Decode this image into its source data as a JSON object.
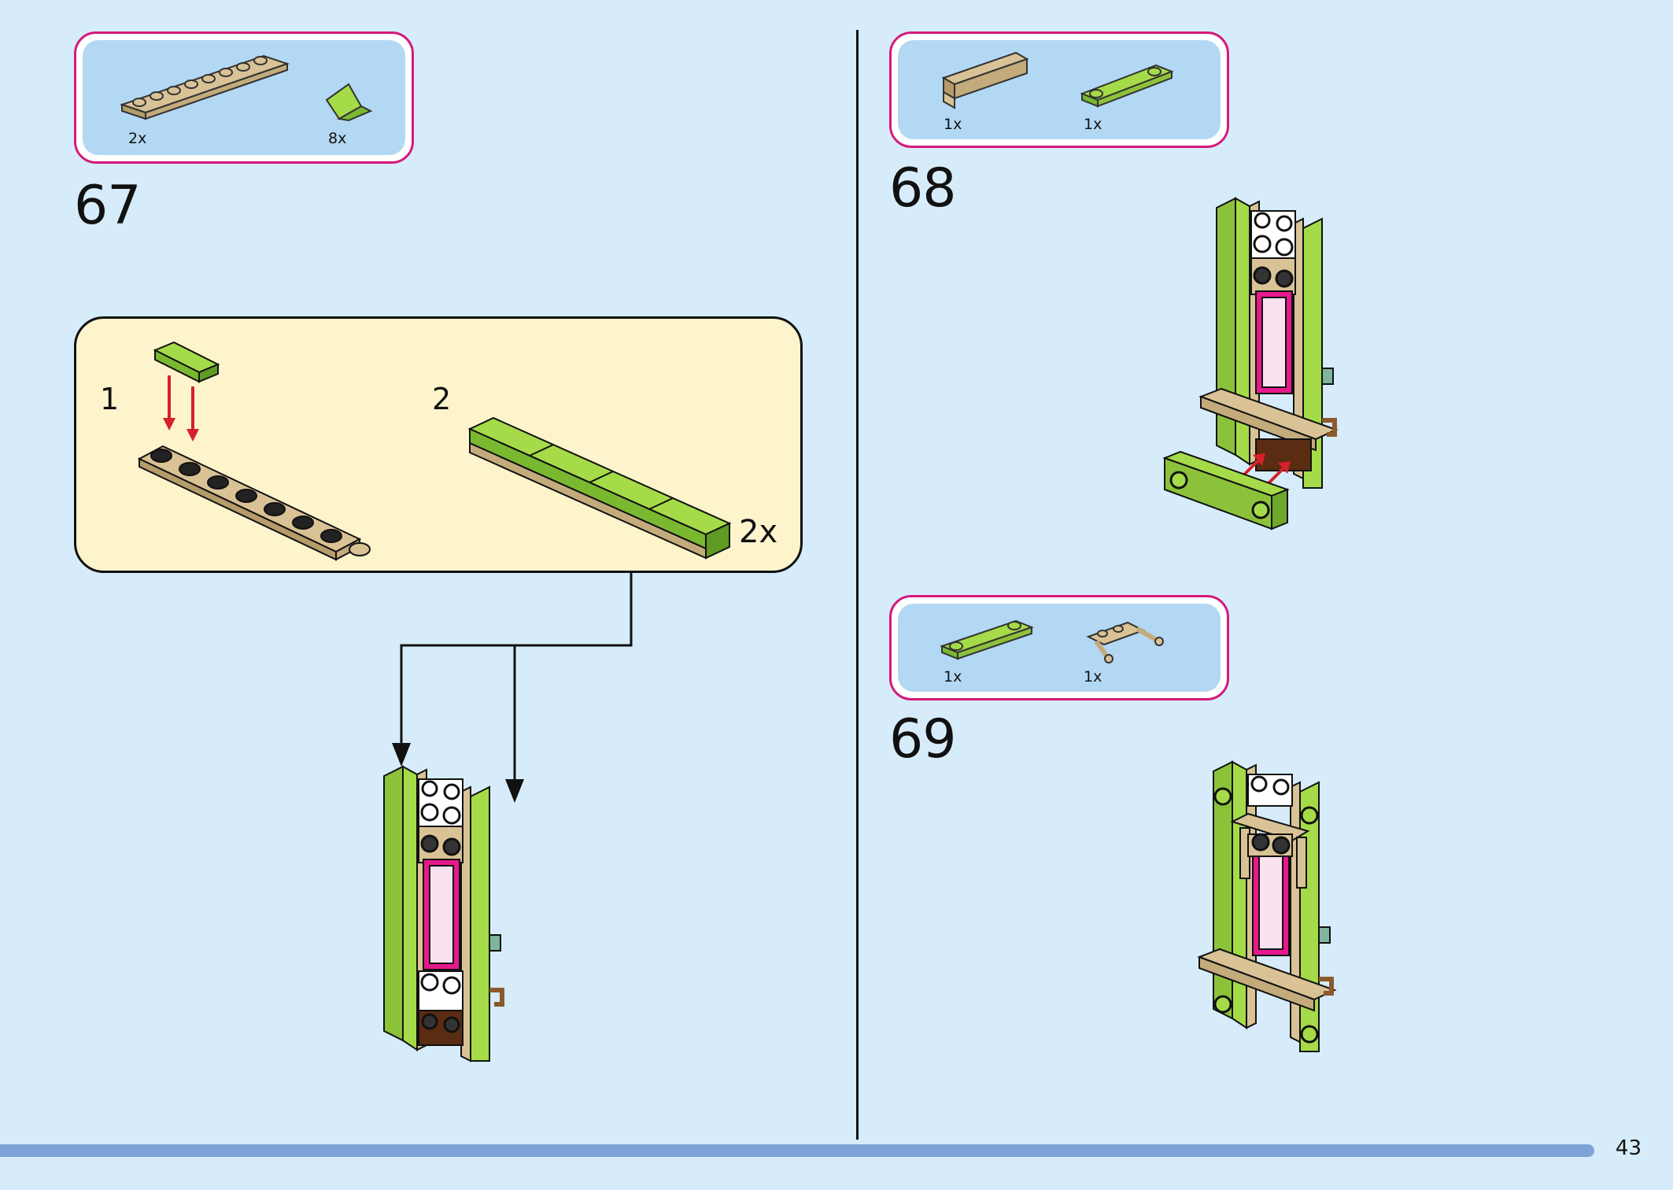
{
  "page": {
    "number": "43"
  },
  "steps": [
    {
      "number": "67",
      "parts": [
        {
          "qty": "2x",
          "icon": "tan-long-plate-icon"
        },
        {
          "qty": "8x",
          "icon": "lime-slope-icon"
        }
      ],
      "substeps": [
        {
          "number": "1"
        },
        {
          "number": "2",
          "multiplier": "2x"
        }
      ]
    },
    {
      "number": "68",
      "parts": [
        {
          "qty": "1x",
          "icon": "tan-bracket-plate-icon"
        },
        {
          "qty": "1x",
          "icon": "lime-plate-2-studs-icon"
        }
      ]
    },
    {
      "number": "69",
      "parts": [
        {
          "qty": "1x",
          "icon": "lime-plate-2-studs-icon"
        },
        {
          "qty": "1x",
          "icon": "tan-bar-holder-icon"
        }
      ]
    }
  ],
  "colors": {
    "background": "#d6ecfa",
    "parts_border": "#d6197a",
    "parts_fill": "#b3d8f3",
    "subassembly_fill": "#fdf4cc",
    "lime": "#97d53c",
    "tan": "#d9c295",
    "pink": "#e6198c",
    "arrow_red": "#d6202a"
  }
}
